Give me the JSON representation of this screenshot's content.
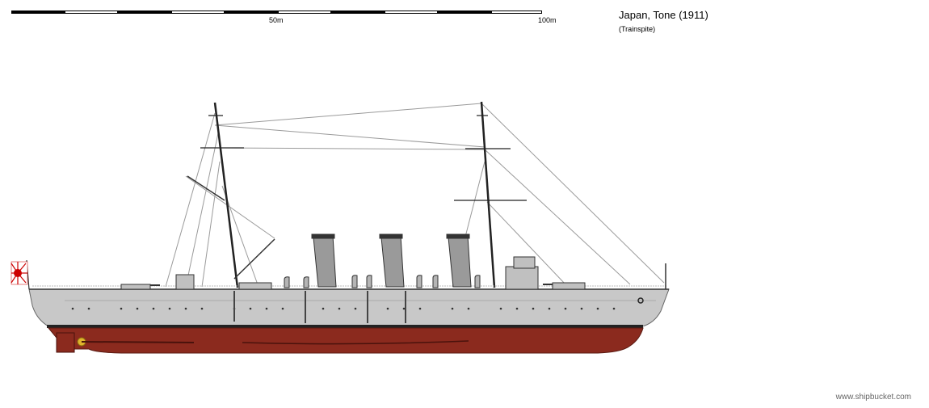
{
  "header": {
    "title": "Japan, Tone (1911)",
    "author": "(Trainspite)"
  },
  "scale_bar": {
    "label_mid": "50m",
    "label_end": "100m"
  },
  "footer": {
    "watermark": "www.shipbucket.com"
  },
  "colors": {
    "hull_grey": "#c8c8c8",
    "hull_red": "#8b2a1e",
    "deck_line": "#333333",
    "rigging": "#999999"
  }
}
